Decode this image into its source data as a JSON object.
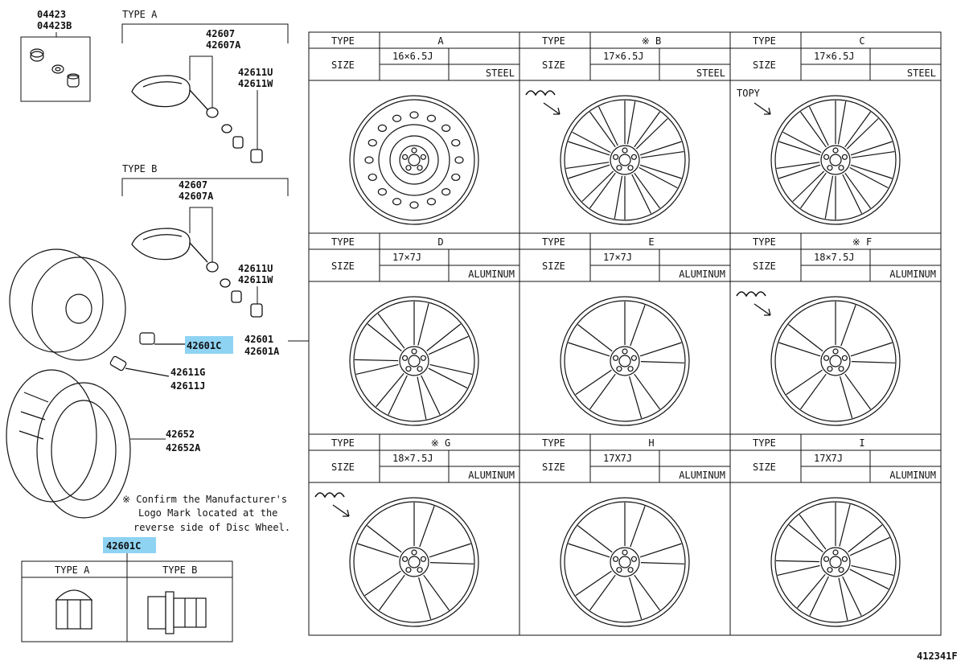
{
  "parts": {
    "valve_cap_set": [
      "04423",
      "04423B"
    ],
    "type_a_label": "TYPE A",
    "type_b_label": "TYPE B",
    "sensor_a": [
      "42607",
      "42607A"
    ],
    "valve_a": [
      "42611U",
      "42611W"
    ],
    "sensor_b": [
      "42607",
      "42607A"
    ],
    "valve_b": [
      "42611U",
      "42611W"
    ],
    "nut": "42601C",
    "wheel": [
      "42601",
      "42601A"
    ],
    "valve_stem": [
      "42611G",
      "42611J"
    ],
    "tire": [
      "42652",
      "42652A"
    ],
    "note": [
      "※ Confirm the Manufacturer's",
      "Logo Mark located at the",
      "reverse side of Disc Wheel."
    ],
    "nut_ref": "42601C",
    "nut_types": [
      "TYPE A",
      "TYPE B"
    ],
    "diagram_id": "412341F"
  },
  "wheel_table": {
    "type_header": "TYPE",
    "size_header": "SIZE",
    "cells": [
      {
        "type": "A",
        "size": "16×6.5J",
        "material": "STEEL",
        "logo": ""
      },
      {
        "type": "※ B",
        "size": "17×6.5J",
        "material": "STEEL",
        "logo": "icon"
      },
      {
        "type": "C",
        "size": "17×6.5J",
        "material": "STEEL",
        "logo": "TOPY"
      },
      {
        "type": "D",
        "size": "17×7J",
        "material": "ALUMINUM",
        "logo": ""
      },
      {
        "type": "E",
        "size": "17×7J",
        "material": "ALUMINUM",
        "logo": ""
      },
      {
        "type": "※ F",
        "size": "18×7.5J",
        "material": "ALUMINUM",
        "logo": "icon"
      },
      {
        "type": "※ G",
        "size": "18×7.5J",
        "material": "ALUMINUM",
        "logo": "script"
      },
      {
        "type": "H",
        "size": "17X7J",
        "material": "ALUMINUM",
        "logo": ""
      },
      {
        "type": "I",
        "size": "17X7J",
        "material": "ALUMINUM",
        "logo": ""
      }
    ]
  }
}
